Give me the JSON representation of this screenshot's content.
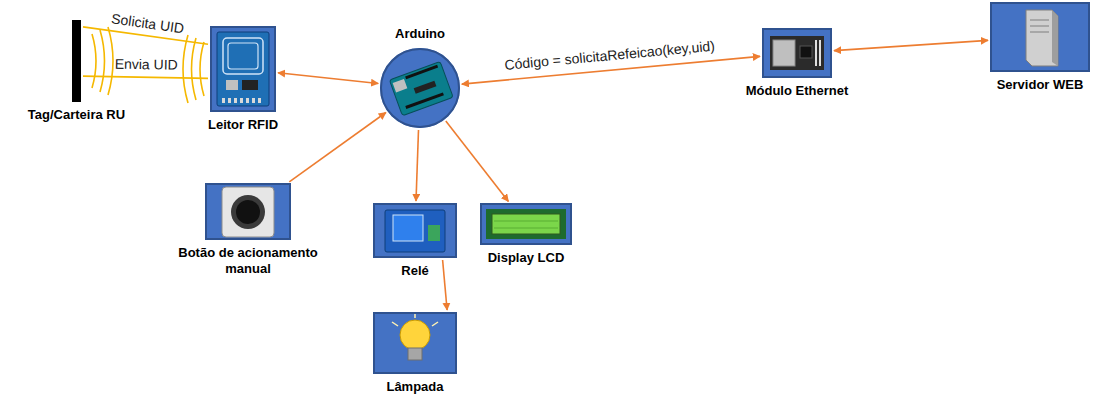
{
  "diagram": {
    "nodes": [
      {
        "text": [
          "Tag/Carteira RU"
        ]
      },
      {
        "text": [
          "Leitor RFID"
        ]
      },
      {
        "text": [
          "Arduino"
        ]
      },
      {
        "text": [
          "Módulo Ethernet"
        ]
      },
      {
        "text": [
          "Servidor WEB"
        ]
      },
      {
        "text": [
          "Botão de acionamento manual"
        ]
      },
      {
        "text": [
          "Relé"
        ]
      },
      {
        "text": [
          "Display LCD"
        ]
      },
      {
        "text": [
          "Lâmpada"
        ]
      }
    ],
    "edges": [
      {
        "from": 1,
        "to": 0,
        "label": "Solicita UID",
        "arrow": "none"
      },
      {
        "from": 0,
        "to": 1,
        "label": "Envia UID",
        "arrow": "none"
      },
      {
        "from": 1,
        "to": 2,
        "arrow": "both"
      },
      {
        "from": 2,
        "to": 3,
        "label": "Código = solicitaRefeicao(key,uid)",
        "arrow": "both"
      },
      {
        "from": 3,
        "to": 4,
        "arrow": "both"
      },
      {
        "from": 5,
        "to": 2,
        "arrow": "to"
      },
      {
        "from": 2,
        "to": 6,
        "arrow": "to"
      },
      {
        "from": 2,
        "to": 7,
        "arrow": "to"
      },
      {
        "from": 6,
        "to": 8,
        "arrow": "to"
      }
    ]
  }
}
